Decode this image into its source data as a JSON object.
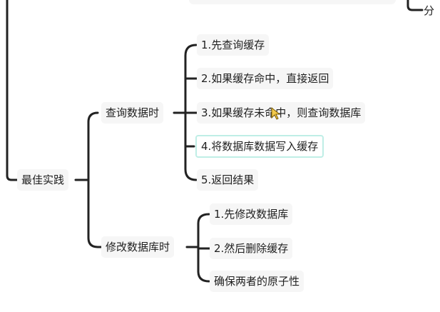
{
  "mindmap": {
    "top_right_partial": "分",
    "root": {
      "label": "最佳实践"
    },
    "branches": [
      {
        "label": "查询数据时",
        "children": [
          "1.先查询缓存",
          "2.如果缓存命中，直接返回",
          "3.如果缓存未命中，则查询数据库",
          "4.将数据库数据写入缓存",
          "5.返回结果"
        ],
        "selected_child_index": 3
      },
      {
        "label": "修改数据库时",
        "children": [
          "1.先修改数据库",
          "2.然后删除缓存",
          "确保两者的原子性"
        ]
      }
    ]
  },
  "colors": {
    "connector": "#222222",
    "node_bg": "#f6f6f6",
    "selected_border": "#bfeee6",
    "cursor": "#f2c94c"
  }
}
